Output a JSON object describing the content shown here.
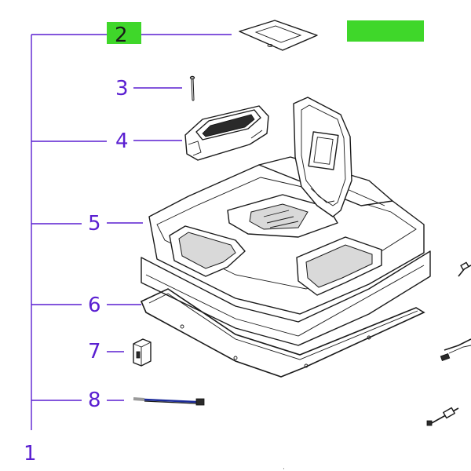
{
  "colors": {
    "callout": "#5a1fd1",
    "highlight": "#3fd72a",
    "line": "#1a1a1a"
  },
  "callouts": {
    "c1": "1",
    "c2": "2",
    "c3": "3",
    "c4": "4",
    "c5": "5",
    "c6": "6",
    "c7": "7",
    "c8": "8"
  },
  "highlight_box": ""
}
